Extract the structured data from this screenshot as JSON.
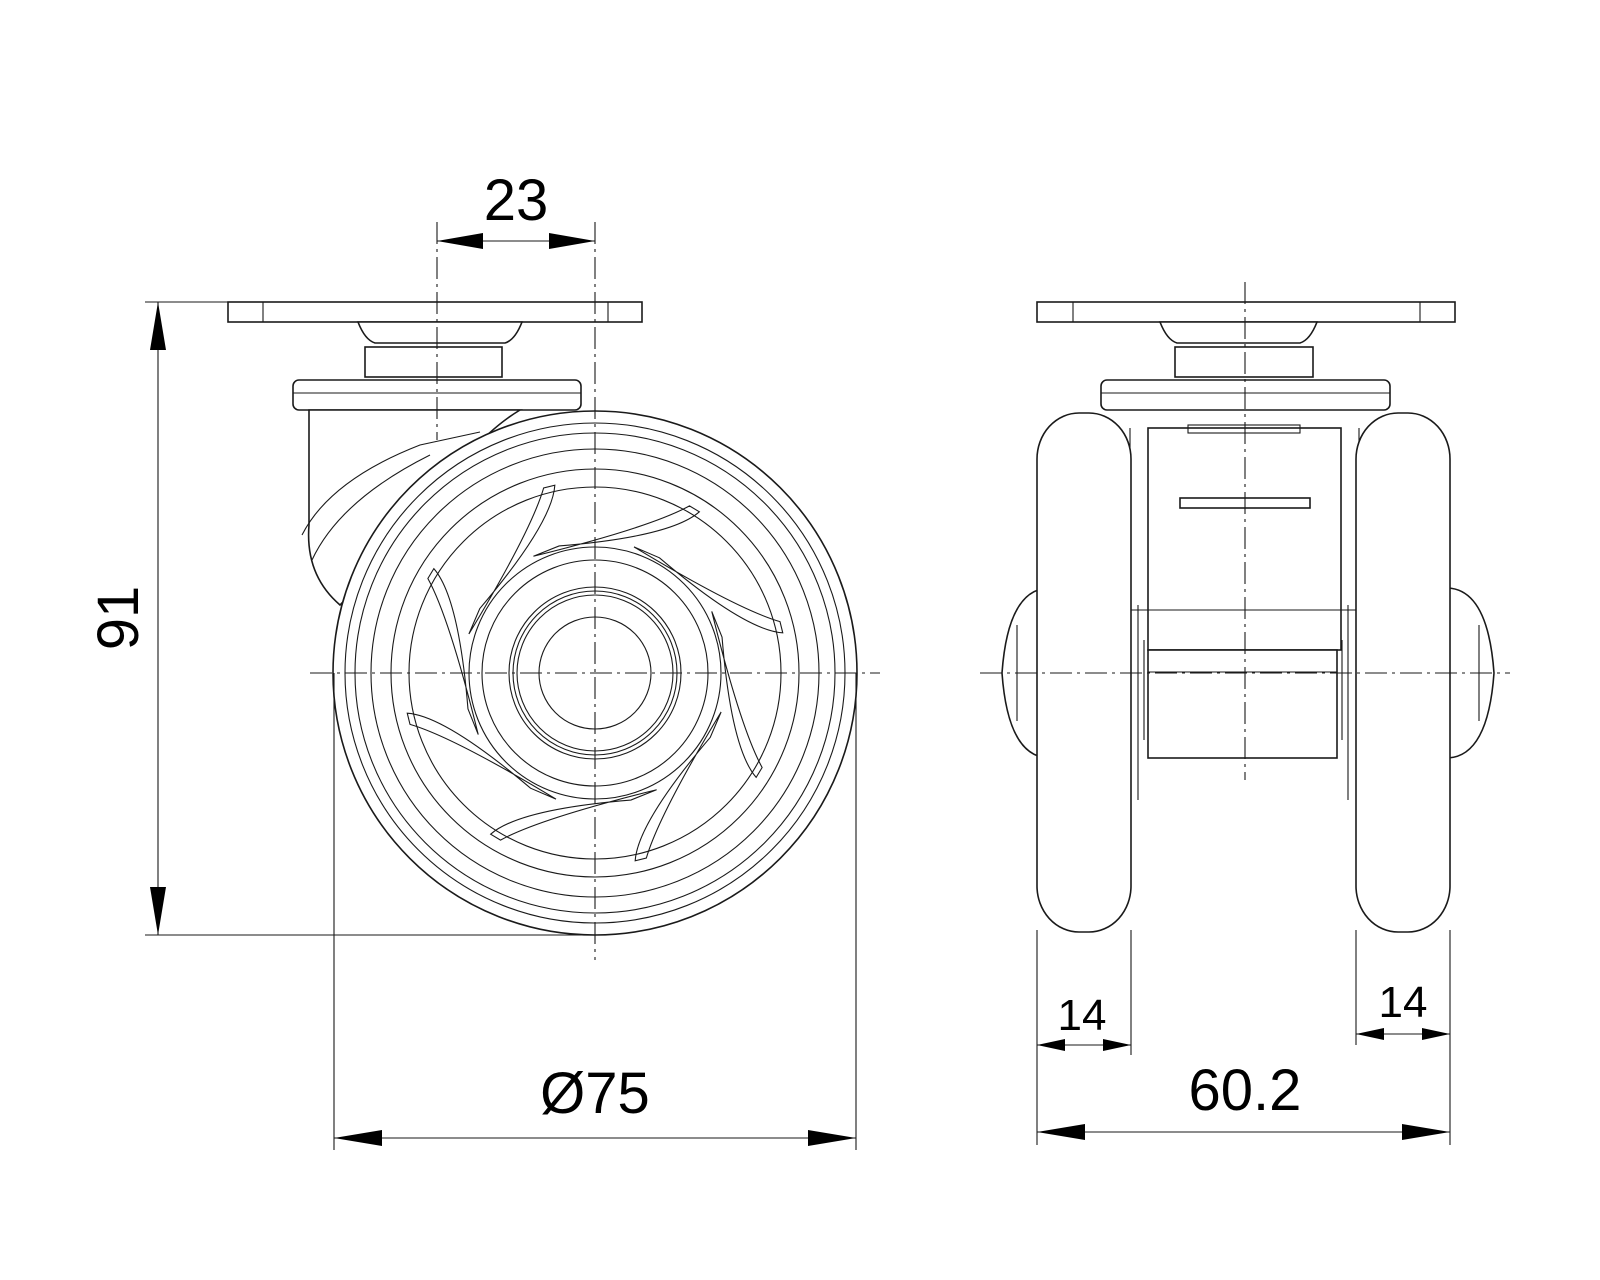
{
  "dimensions": {
    "offset": "23",
    "height": "91",
    "wheel_diameter": "Ø75",
    "overall_width": "60.2",
    "wheel_width_left": "14",
    "wheel_width_right": "14"
  },
  "colors": {
    "line": "#1a1a1a",
    "background": "#ffffff"
  }
}
